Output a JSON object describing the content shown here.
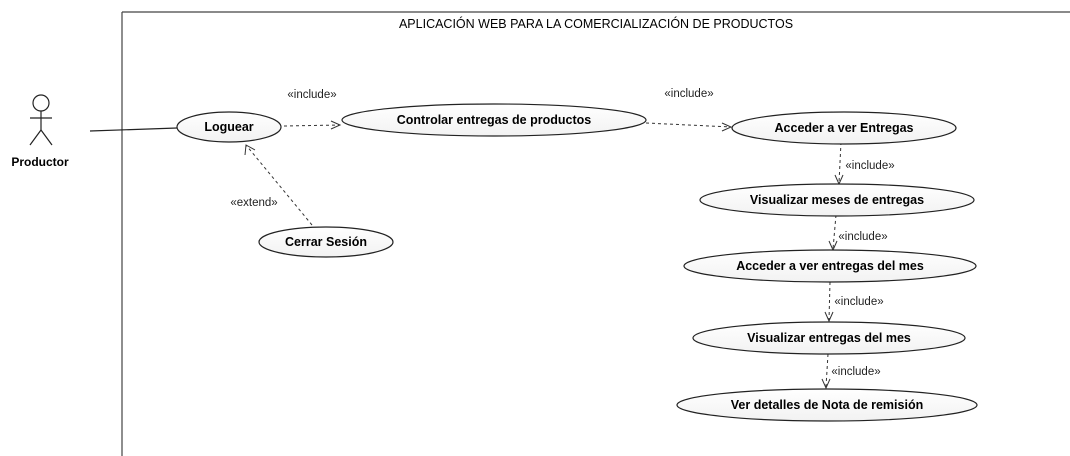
{
  "system": {
    "title": "APLICACIÓN WEB PARA LA COMERCIALIZACIÓN DE PRODUCTOS"
  },
  "actor": {
    "label": "Productor"
  },
  "use_cases": {
    "loguear": "Loguear",
    "controlar": "Controlar entregas de productos",
    "cerrar": "Cerrar Sesión",
    "acceder_entregas": "Acceder a ver Entregas",
    "visualizar_meses": "Visualizar meses de entregas",
    "acceder_mes": "Acceder a ver entregas del mes",
    "visualizar_mes": "Visualizar entregas del mes",
    "ver_detalles": "Ver detalles de Nota de remisión"
  },
  "relations": {
    "include_1": "«include»",
    "include_2": "«include»",
    "include_3": "«include»",
    "include_4": "«include»",
    "include_5": "«include»",
    "include_6": "«include»",
    "extend_1": "«extend»"
  }
}
